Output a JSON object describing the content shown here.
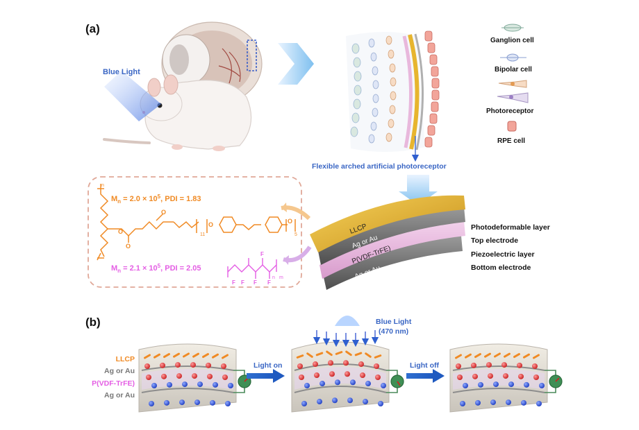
{
  "panel_a": {
    "label": "(a)",
    "blue_light": "Blue Light",
    "legend": {
      "ganglion": "Ganglion cell",
      "bipolar": "Bipolar cell",
      "photoreceptor": "Photoreceptor",
      "rpe": "RPE cell"
    },
    "caption": "Flexible arched artificial photoreceptor",
    "polymer1": {
      "mn_symbol": "M",
      "mn_sub": "n",
      "mn_text": " = 2.0 × 10",
      "mn_exp": "5",
      "pdi": ", PDI = 1.83"
    },
    "polymer2": {
      "mn_symbol": "M",
      "mn_sub": "n",
      "mn_text": " = 2.1 × 10",
      "mn_exp": "5",
      "pdi": ", PDI = 2.05"
    },
    "chem": {
      "sub11": "11",
      "sub5": "5",
      "n": "n",
      "m": "m",
      "o": "O",
      "f": "F"
    },
    "layer_labels": {
      "llcp": "LLCP",
      "top": "Ag or Au",
      "piezo": "P(VDF-TrFE)",
      "bottom": "Ag or Au"
    },
    "layer_names": {
      "photodeformable": "Photodeformable layer",
      "top_electrode": "Top electrode",
      "piezoelectric": "Piezoelectric layer",
      "bottom_electrode": "Bottom electrode"
    }
  },
  "panel_b": {
    "label": "(b)",
    "side_labels": {
      "llcp": "LLCP",
      "top": "Ag or Au",
      "piezo": "P(VDF-TrFE)",
      "bottom": "Ag or Au"
    },
    "light_on": "Light on",
    "light_off": "Light off",
    "blue_light": "Blue Light",
    "wavelength": "(470 nm)"
  },
  "colors": {
    "orange": "#f08a24",
    "magenta": "#e45ee4",
    "blue_text": "#3a66c4",
    "gray_text": "#777777",
    "llcp_gold": "#e7b52e",
    "pink": "#e8b8dc",
    "dark_gray": "#6e6e6e"
  }
}
